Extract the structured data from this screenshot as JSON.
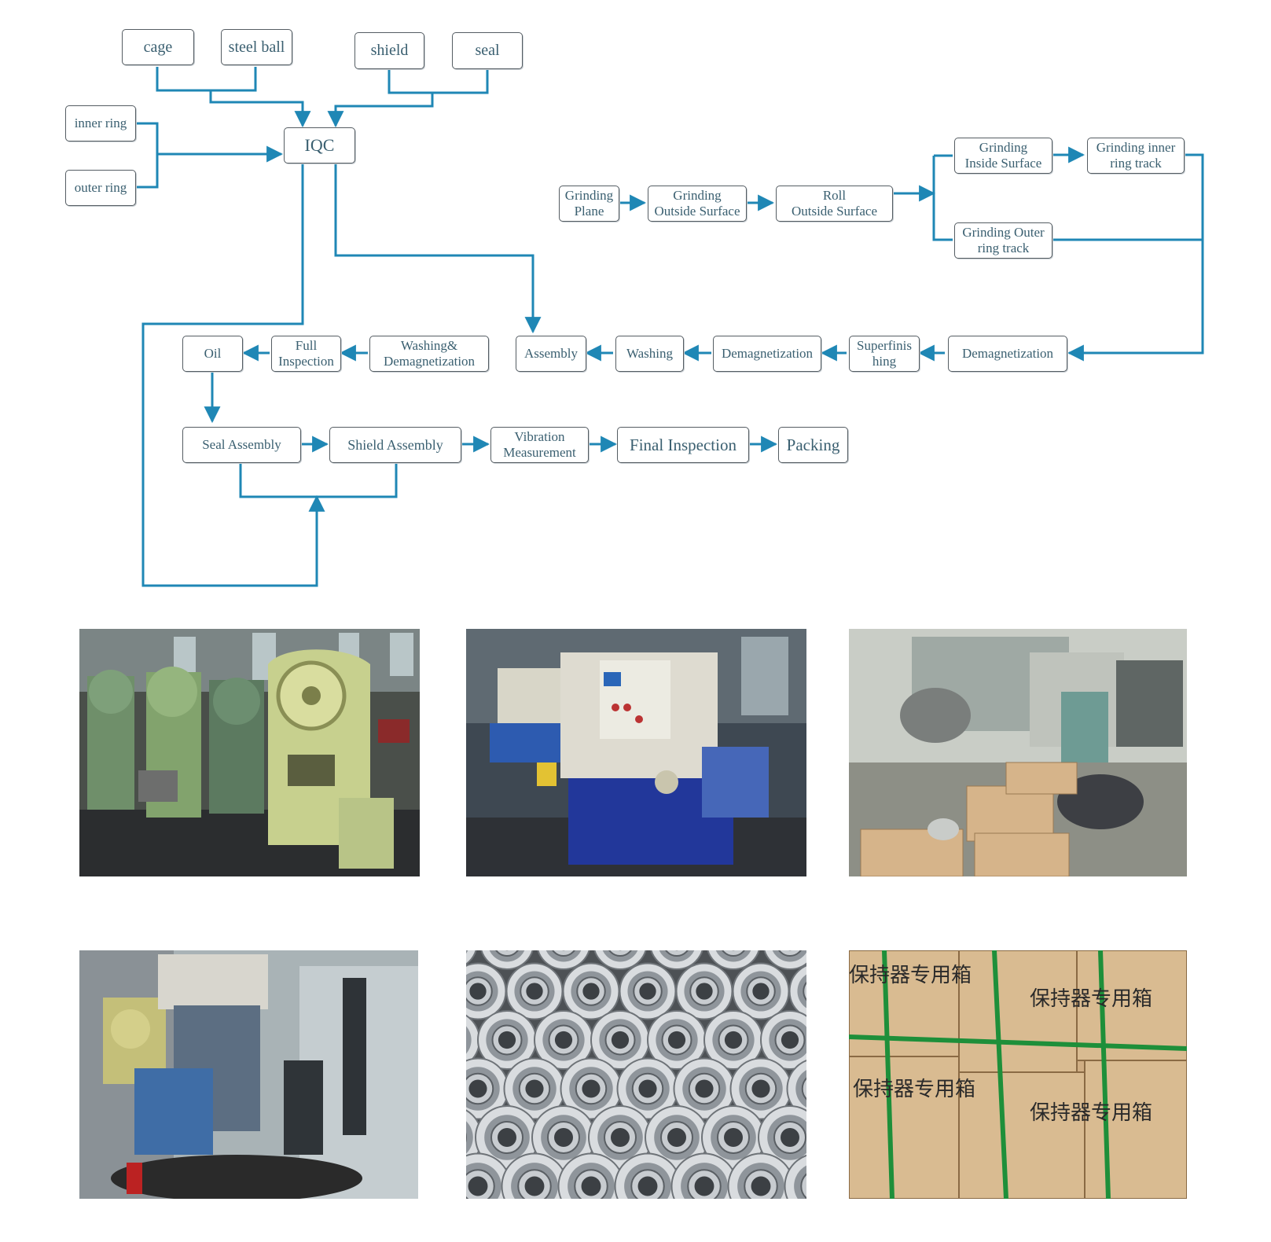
{
  "flowchart": {
    "nodes": {
      "cage": "cage",
      "steel_ball": "steel ball",
      "shield": "shield",
      "seal": "seal",
      "inner_ring": "inner ring",
      "outer_ring": "outer ring",
      "iqc": "IQC",
      "grinding_plane": "Grinding\nPlane",
      "grinding_outside": "Grinding\nOutside Surface",
      "roll_outside": "Roll\nOutside Surface",
      "grinding_inside": "Grinding\nInside Surface",
      "grinding_inner_track": "Grinding inner\nring track",
      "grinding_outer_track": "Grinding Outer\nring track",
      "demag_1": "Demagnetization",
      "superfinishing": "Superfinis\nhing",
      "demag_2": "Demagnetization",
      "washing": "Washing",
      "assembly": "Assembly",
      "washing_demag": "Washing&\nDemagnetization",
      "full_inspection": "Full\nInspection",
      "oil": "Oil",
      "seal_assembly": "Seal Assembly",
      "shield_assembly": "Shield Assembly",
      "vibration": "Vibration\nMeasurement",
      "final_inspection": "Final Inspection",
      "packing": "Packing"
    },
    "line_color": "#1f87b5"
  },
  "photos": [
    {
      "name": "punch-press-photo"
    },
    {
      "name": "grinding-machine-photo"
    },
    {
      "name": "packaging-line-photo"
    },
    {
      "name": "assembly-machine-photo"
    },
    {
      "name": "bearings-pile-photo"
    },
    {
      "name": "crates-photo",
      "text_lines": [
        "保持器专用箱",
        "保持器专用箱",
        "保持器专用箱",
        "保持器专用箱"
      ]
    }
  ]
}
